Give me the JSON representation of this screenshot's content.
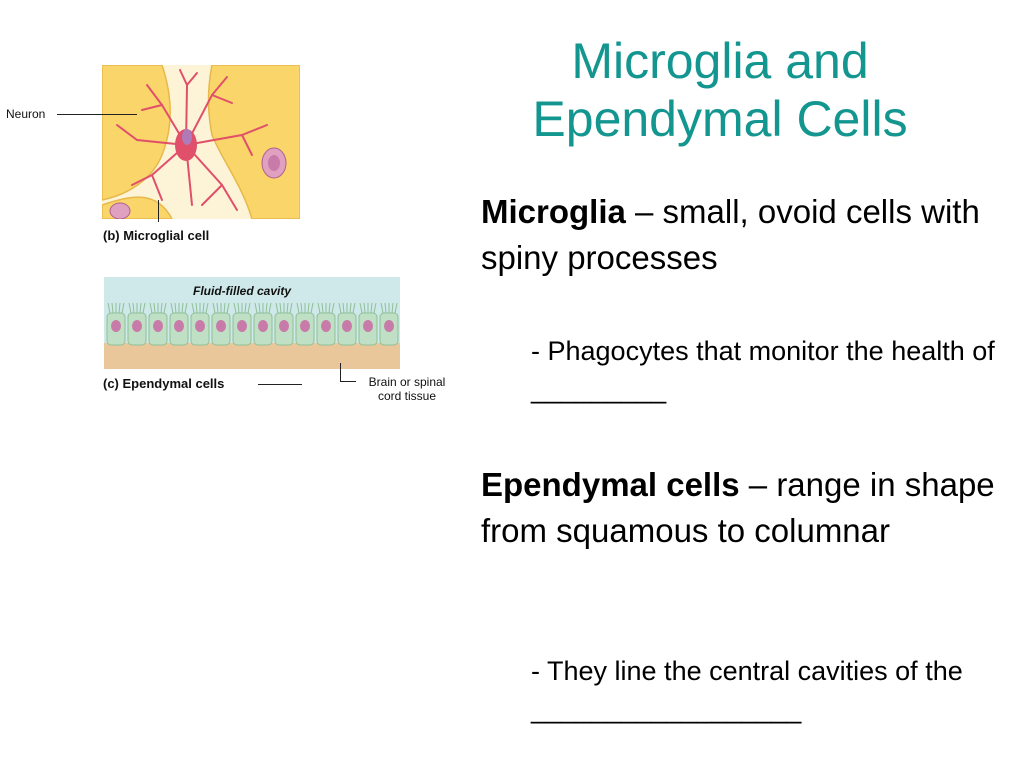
{
  "title": {
    "line1": "Microglia and",
    "line2": "Ependymal Cells"
  },
  "microglia": {
    "term": "Microglia",
    "definition": " – small, ovoid cells with spiny processes",
    "sub": "- Phagocytes that monitor the health of _________"
  },
  "ependymal": {
    "term": "Ependymal cells",
    "definition": " – range in shape from squamous to columnar",
    "sub": "- They line the central cavities of the __________________"
  },
  "figure": {
    "neuron_label": "Neuron",
    "microglial_caption": "(b) Microglial cell",
    "cavity_label": "Fluid-filled cavity",
    "ependymal_caption": "(c) Ependymal cells",
    "tissue_label_1": "Brain or spinal",
    "tissue_label_2": "cord tissue"
  },
  "colors": {
    "title": "#13968f",
    "neuron_fill": "#f9d56a",
    "microglia": "#e0506a",
    "nucleus": "#c87aa8",
    "cavity": "#cfe9ea",
    "tissue": "#e9c79a",
    "ependymal_cell": "#bfe0c4"
  }
}
